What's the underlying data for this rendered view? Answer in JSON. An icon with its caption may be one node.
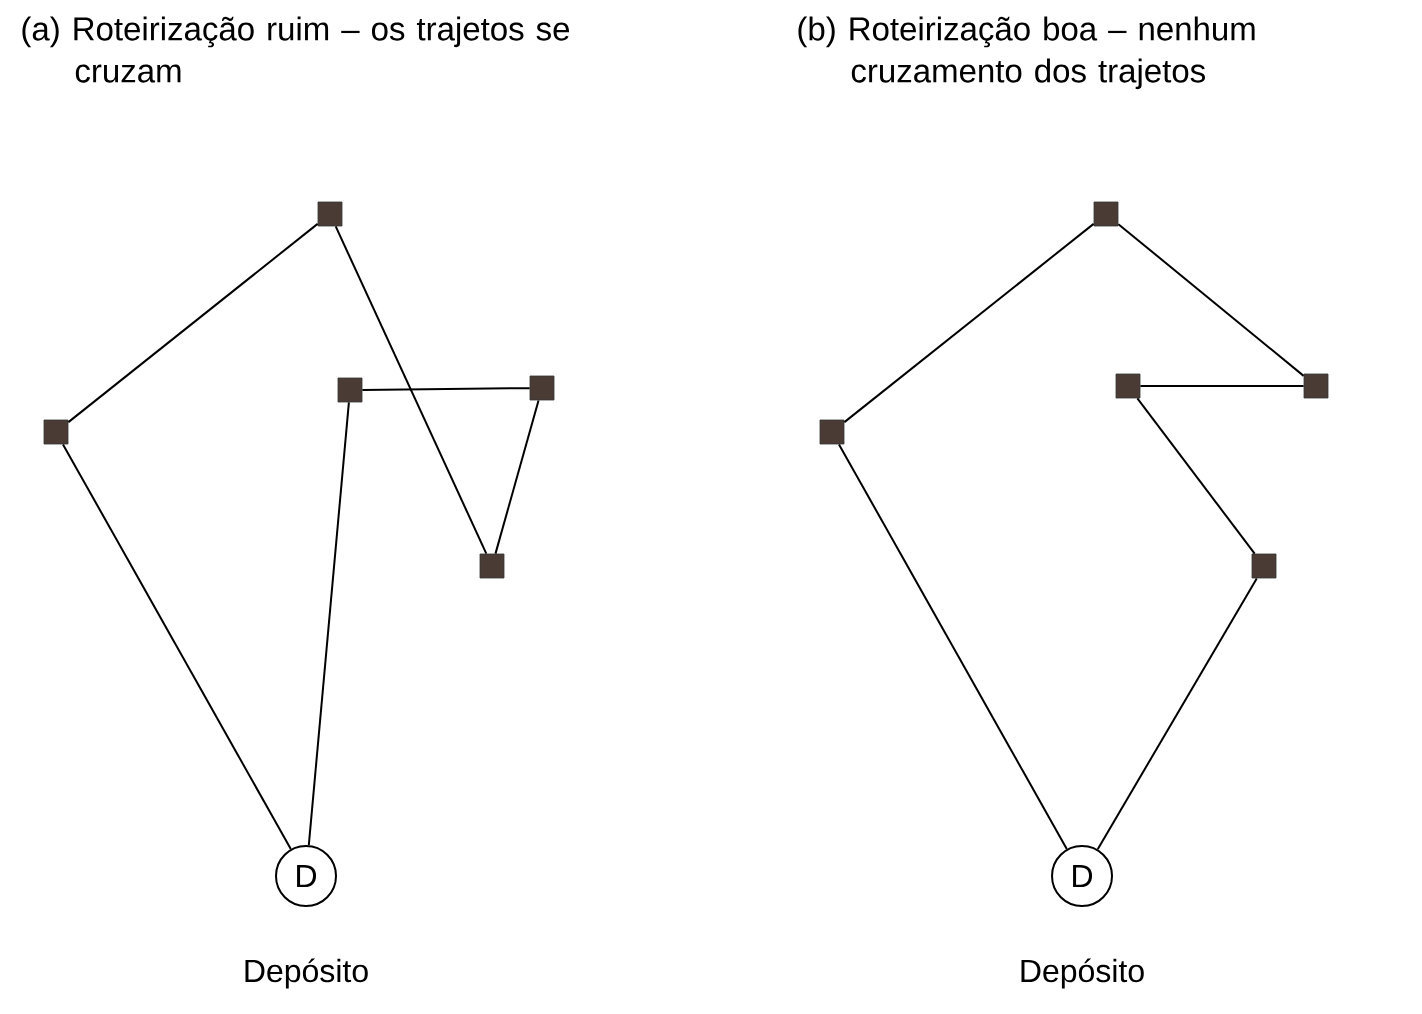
{
  "diagram": {
    "nodes": [
      {
        "text": [],
        "shape": "box"
      },
      {
        "text": [],
        "shape": "box"
      },
      {
        "text": [],
        "shape": "box"
      },
      {
        "text": [],
        "shape": "box"
      },
      {
        "text": [],
        "shape": "box"
      },
      {
        "text": [
          "D"
        ],
        "beside": [
          "Depósito"
        ]
      },
      {
        "text": [],
        "shape": "box"
      },
      {
        "text": [],
        "shape": "box"
      },
      {
        "text": [],
        "shape": "box"
      },
      {
        "text": [],
        "shape": "box"
      },
      {
        "text": [],
        "shape": "box"
      },
      {
        "text": [
          "D"
        ],
        "beside": [
          "Depósito"
        ]
      }
    ],
    "edges": [
      {
        "from": 5,
        "to": 1,
        "arrow": "none"
      },
      {
        "from": 1,
        "to": 0,
        "arrow": "none"
      },
      {
        "from": 0,
        "to": 4,
        "arrow": "none"
      },
      {
        "from": 4,
        "to": 3,
        "arrow": "none"
      },
      {
        "from": 3,
        "to": 2,
        "arrow": "none"
      },
      {
        "from": 2,
        "to": 5,
        "arrow": "none"
      },
      {
        "from": 11,
        "to": 7,
        "arrow": "none"
      },
      {
        "from": 7,
        "to": 6,
        "arrow": "none"
      },
      {
        "from": 6,
        "to": 9,
        "arrow": "none"
      },
      {
        "from": 9,
        "to": 8,
        "arrow": "none"
      },
      {
        "from": 8,
        "to": 10,
        "arrow": "none"
      },
      {
        "from": 10,
        "to": 11,
        "arrow": "none"
      }
    ],
    "labels": [
      "(a) Roteirização ruim – os trajetos se cruzam",
      "(b) Roteirização boa – nenhum cruzamento dos trajetos"
    ]
  }
}
